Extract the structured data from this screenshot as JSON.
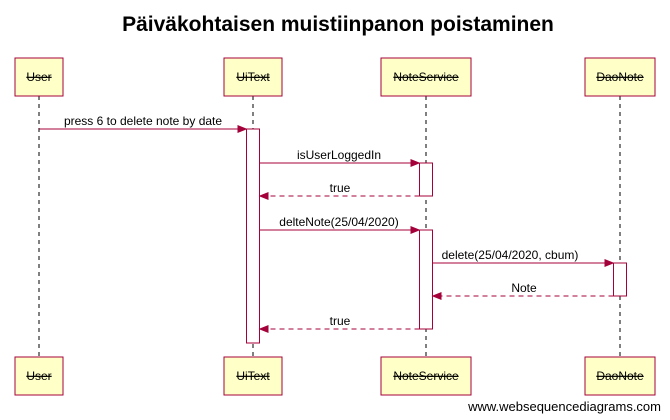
{
  "title": "Päiväkohtaisen muistiinpanon poistaminen",
  "participants": [
    {
      "id": "user",
      "label": "User"
    },
    {
      "id": "uitext",
      "label": "UiText"
    },
    {
      "id": "noteservice",
      "label": "NoteService"
    },
    {
      "id": "daonote",
      "label": "DaoNote"
    }
  ],
  "messages": [
    {
      "from": 0,
      "to": 1,
      "label": "press 6 to delete note by date",
      "kind": "sync"
    },
    {
      "from": 1,
      "to": 2,
      "label": "isUserLoggedIn",
      "kind": "sync"
    },
    {
      "from": 2,
      "to": 1,
      "label": "true",
      "kind": "return"
    },
    {
      "from": 1,
      "to": 2,
      "label": "delteNote(25/04/2020)",
      "kind": "sync"
    },
    {
      "from": 2,
      "to": 3,
      "label": "delete(25/04/2020, cbum)",
      "kind": "sync"
    },
    {
      "from": 3,
      "to": 2,
      "label": "Note",
      "kind": "return"
    },
    {
      "from": 2,
      "to": 1,
      "label": "true",
      "kind": "return"
    }
  ],
  "footer": "www.websequencediagrams.com",
  "colors": {
    "participant_fill": "#ffffc8",
    "participant_stroke": "#a4003a",
    "activation_stroke": "#a4003a",
    "arrow": "#a4003a",
    "lifeline": "#000000"
  }
}
